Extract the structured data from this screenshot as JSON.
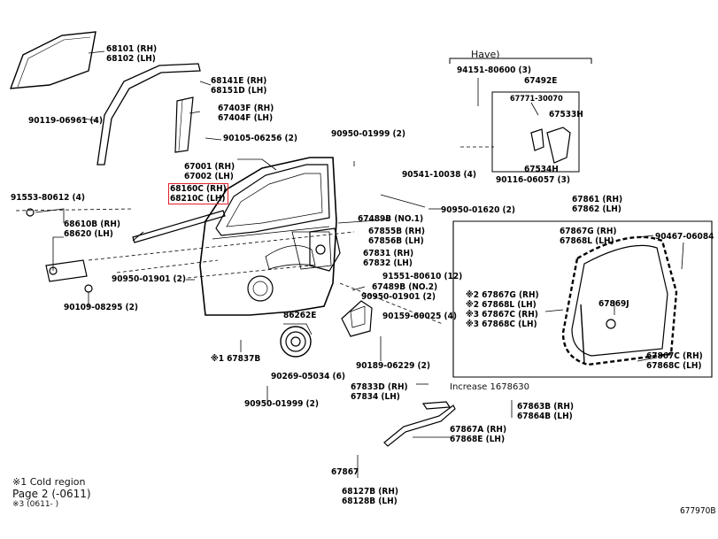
{
  "diagram_code": "677970B",
  "notes": {
    "have": "Have)",
    "increase": "Increase 1678630",
    "cold_region": "※1 Cold region",
    "page": "Page 2 (-0611)",
    "note3": "※3 (0611- )"
  },
  "parts": {
    "p68101": "68101 (RH)",
    "p68102": "68102 (LH)",
    "p90119": "90119-06961 (4)",
    "p68141e": "68141E (RH)",
    "p68151d": "68151D (LH)",
    "p67403f": "67403F (RH)",
    "p67404f": "67404F (LH)",
    "p90105": "90105-06256 (2)",
    "p90950a": "90950-01999 (2)",
    "p67001": "67001 (RH)",
    "p67002": "67002 (LH)",
    "p68160c": "68160C (RH)",
    "p68210c": "68210C (LH)",
    "p90541": "90541-10038 (4)",
    "p90950b": "90950-01620 (2)",
    "p91553": "91553-80612 (4)",
    "p68610b": "68610B (RH)",
    "p68620": "68620 (LH)",
    "p67489b1": "67489B (NO.1)",
    "p67855b": "67855B (RH)",
    "p67856b": "67856B (LH)",
    "p67831": "67831 (RH)",
    "p67832": "67832 (LH)",
    "p91551": "91551-80610 (12)",
    "p67489b2": "67489B (NO.2)",
    "p90950c": "90950-01901 (2)",
    "p90950d": "90950-01901 (2)",
    "p90109": "90109-08295 (2)",
    "p86262e": "86262E",
    "p90159": "90159-60025 (4)",
    "p67837b": "※1 67837B",
    "p90189": "90189-06229 (2)",
    "p90269": "90269-05034 (6)",
    "p67833d": "67833D (RH)",
    "p67834": "67834 (LH)",
    "p90950e": "90950-01999 (2)",
    "p67863b": "67863B (RH)",
    "p67864b": "67864B (LH)",
    "p67867a": "67867A (RH)",
    "p67868e": "67868E (LH)",
    "p67867": "67867",
    "p68127b": "68127B (RH)",
    "p68128b": "68128B (LH)",
    "p94151": "94151-80600 (3)",
    "p67492e": "67492E",
    "p67771": "67771-30070",
    "p67533h": "67533H",
    "p67534h": "67534H",
    "p90116": "90116-06057 (3)",
    "p67861": "67861 (RH)",
    "p67862": "67862 (LH)",
    "p67867g": "67867G (RH)",
    "p67868l": "67868L (LH)",
    "p90467": "90467-06084",
    "p67867g2": "※2 67867G (RH)",
    "p67868l2": "※2 67868L (LH)",
    "p67867c3": "※3 67867C (RH)",
    "p67868c3": "※3 67868C (LH)",
    "p67869j": "67869J",
    "p67867c": "67867C (RH)",
    "p67868c": "67868C (LH)"
  }
}
